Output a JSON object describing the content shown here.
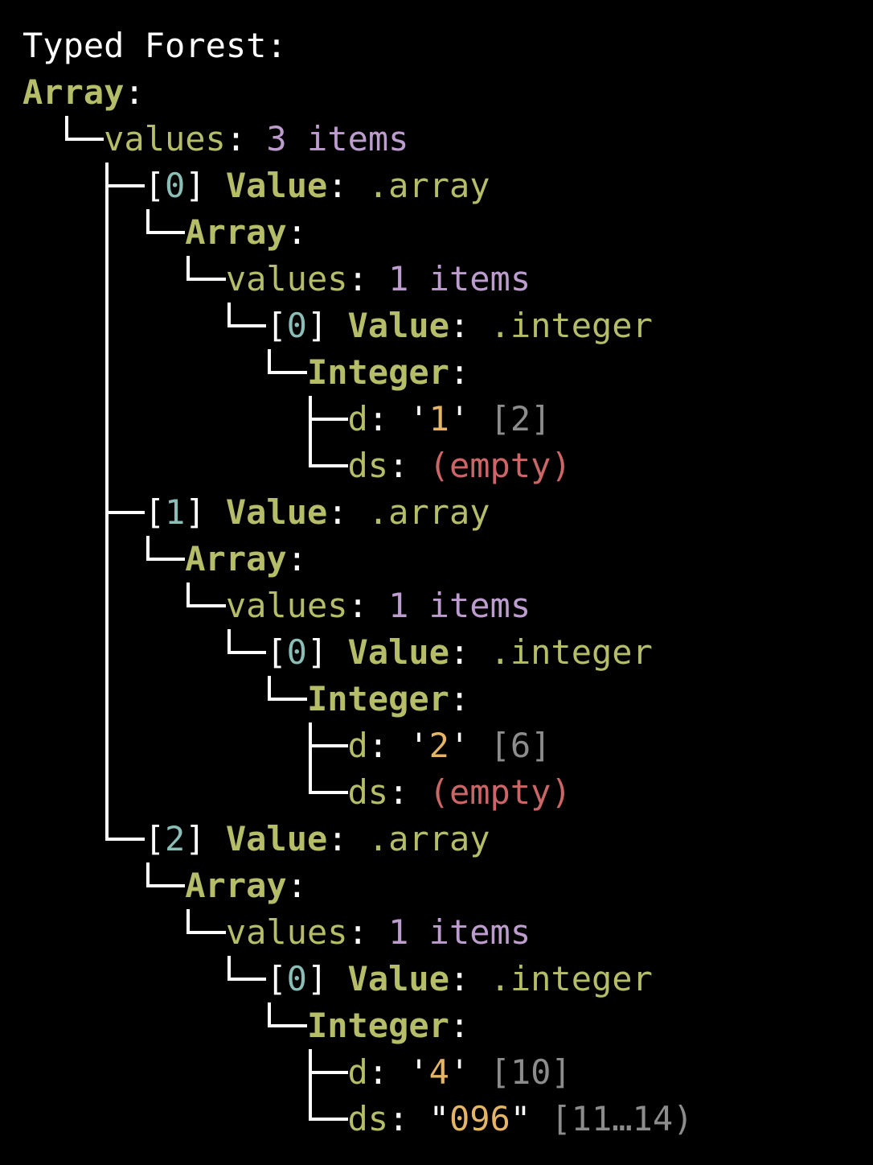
{
  "palette": {
    "background": "#000000",
    "guide": "#ffffff",
    "white": "#ffffff",
    "green": "#b5bd68",
    "purple": "#bd9cce",
    "cyan": "#8abeb7",
    "orange": "#e5b567",
    "gray": "#8c8c8c",
    "red": "#cc6666"
  },
  "tree": {
    "title_line": "Typed Forest:",
    "lines": [
      {
        "guides": "",
        "segments": [
          {
            "t": "Typed Forest:",
            "c": "white"
          }
        ]
      },
      {
        "guides": "",
        "segments": [
          {
            "t": "Array",
            "c": "green",
            "b": true
          },
          {
            "t": ":",
            "c": "white"
          }
        ]
      },
      {
        "guides": "bl",
        "segments": [
          {
            "t": "values",
            "c": "green"
          },
          {
            "t": ": ",
            "c": "white"
          },
          {
            "t": "3 items",
            "c": "purple"
          }
        ]
      },
      {
        "guides": "bbt",
        "segments": [
          {
            "t": "[",
            "c": "white"
          },
          {
            "t": "0",
            "c": "cyan"
          },
          {
            "t": "] ",
            "c": "white"
          },
          {
            "t": "Value",
            "c": "green",
            "b": true
          },
          {
            "t": ": ",
            "c": "white"
          },
          {
            "t": ".array",
            "c": "green"
          }
        ]
      },
      {
        "guides": "bbvl",
        "segments": [
          {
            "t": "Array",
            "c": "green",
            "b": true
          },
          {
            "t": ":",
            "c": "white"
          }
        ]
      },
      {
        "guides": "bbvbl",
        "segments": [
          {
            "t": "values",
            "c": "green"
          },
          {
            "t": ": ",
            "c": "white"
          },
          {
            "t": "1 items",
            "c": "purple"
          }
        ]
      },
      {
        "guides": "bbvbbl",
        "segments": [
          {
            "t": "[",
            "c": "white"
          },
          {
            "t": "0",
            "c": "cyan"
          },
          {
            "t": "] ",
            "c": "white"
          },
          {
            "t": "Value",
            "c": "green",
            "b": true
          },
          {
            "t": ": ",
            "c": "white"
          },
          {
            "t": ".integer",
            "c": "green"
          }
        ]
      },
      {
        "guides": "bbvbbbl",
        "segments": [
          {
            "t": "Integer",
            "c": "green",
            "b": true
          },
          {
            "t": ":",
            "c": "white"
          }
        ]
      },
      {
        "guides": "bbvbbbbt",
        "segments": [
          {
            "t": "d",
            "c": "green"
          },
          {
            "t": ": ",
            "c": "white"
          },
          {
            "t": "'",
            "c": "white"
          },
          {
            "t": "1",
            "c": "orange"
          },
          {
            "t": "' ",
            "c": "white"
          },
          {
            "t": "[2]",
            "c": "gray"
          }
        ]
      },
      {
        "guides": "bbvbbbbl",
        "segments": [
          {
            "t": "ds",
            "c": "green"
          },
          {
            "t": ": ",
            "c": "white"
          },
          {
            "t": "(empty)",
            "c": "red"
          }
        ]
      },
      {
        "guides": "bbt",
        "segments": [
          {
            "t": "[",
            "c": "white"
          },
          {
            "t": "1",
            "c": "cyan"
          },
          {
            "t": "] ",
            "c": "white"
          },
          {
            "t": "Value",
            "c": "green",
            "b": true
          },
          {
            "t": ": ",
            "c": "white"
          },
          {
            "t": ".array",
            "c": "green"
          }
        ]
      },
      {
        "guides": "bbvl",
        "segments": [
          {
            "t": "Array",
            "c": "green",
            "b": true
          },
          {
            "t": ":",
            "c": "white"
          }
        ]
      },
      {
        "guides": "bbvbl",
        "segments": [
          {
            "t": "values",
            "c": "green"
          },
          {
            "t": ": ",
            "c": "white"
          },
          {
            "t": "1 items",
            "c": "purple"
          }
        ]
      },
      {
        "guides": "bbvbbl",
        "segments": [
          {
            "t": "[",
            "c": "white"
          },
          {
            "t": "0",
            "c": "cyan"
          },
          {
            "t": "] ",
            "c": "white"
          },
          {
            "t": "Value",
            "c": "green",
            "b": true
          },
          {
            "t": ": ",
            "c": "white"
          },
          {
            "t": ".integer",
            "c": "green"
          }
        ]
      },
      {
        "guides": "bbvbbbl",
        "segments": [
          {
            "t": "Integer",
            "c": "green",
            "b": true
          },
          {
            "t": ":",
            "c": "white"
          }
        ]
      },
      {
        "guides": "bbvbbbbt",
        "segments": [
          {
            "t": "d",
            "c": "green"
          },
          {
            "t": ": ",
            "c": "white"
          },
          {
            "t": "'",
            "c": "white"
          },
          {
            "t": "2",
            "c": "orange"
          },
          {
            "t": "' ",
            "c": "white"
          },
          {
            "t": "[6]",
            "c": "gray"
          }
        ]
      },
      {
        "guides": "bbvbbbbl",
        "segments": [
          {
            "t": "ds",
            "c": "green"
          },
          {
            "t": ": ",
            "c": "white"
          },
          {
            "t": "(empty)",
            "c": "red"
          }
        ]
      },
      {
        "guides": "bbl",
        "segments": [
          {
            "t": "[",
            "c": "white"
          },
          {
            "t": "2",
            "c": "cyan"
          },
          {
            "t": "] ",
            "c": "white"
          },
          {
            "t": "Value",
            "c": "green",
            "b": true
          },
          {
            "t": ": ",
            "c": "white"
          },
          {
            "t": ".array",
            "c": "green"
          }
        ]
      },
      {
        "guides": "bbbl",
        "segments": [
          {
            "t": "Array",
            "c": "green",
            "b": true
          },
          {
            "t": ":",
            "c": "white"
          }
        ]
      },
      {
        "guides": "bbbbl",
        "segments": [
          {
            "t": "values",
            "c": "green"
          },
          {
            "t": ": ",
            "c": "white"
          },
          {
            "t": "1 items",
            "c": "purple"
          }
        ]
      },
      {
        "guides": "bbbbbl",
        "segments": [
          {
            "t": "[",
            "c": "white"
          },
          {
            "t": "0",
            "c": "cyan"
          },
          {
            "t": "] ",
            "c": "white"
          },
          {
            "t": "Value",
            "c": "green",
            "b": true
          },
          {
            "t": ": ",
            "c": "white"
          },
          {
            "t": ".integer",
            "c": "green"
          }
        ]
      },
      {
        "guides": "bbbbbbl",
        "segments": [
          {
            "t": "Integer",
            "c": "green",
            "b": true
          },
          {
            "t": ":",
            "c": "white"
          }
        ]
      },
      {
        "guides": "bbbbbbbt",
        "segments": [
          {
            "t": "d",
            "c": "green"
          },
          {
            "t": ": ",
            "c": "white"
          },
          {
            "t": "'",
            "c": "white"
          },
          {
            "t": "4",
            "c": "orange"
          },
          {
            "t": "' ",
            "c": "white"
          },
          {
            "t": "[10]",
            "c": "gray"
          }
        ]
      },
      {
        "guides": "bbbbbbbl",
        "segments": [
          {
            "t": "ds",
            "c": "green"
          },
          {
            "t": ": ",
            "c": "white"
          },
          {
            "t": "\"",
            "c": "white"
          },
          {
            "t": "096",
            "c": "orange"
          },
          {
            "t": "\" ",
            "c": "white"
          },
          {
            "t": "[11…14)",
            "c": "gray"
          }
        ]
      }
    ]
  }
}
